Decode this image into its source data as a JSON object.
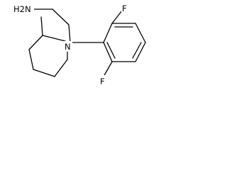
{
  "molecule": {
    "atoms": {
      "amine": "H2N",
      "ring_nitrogen": "N",
      "fluorine_top": "F",
      "fluorine_bottom": "F"
    },
    "colors": {
      "bond": "#000000",
      "label": "#000000",
      "background": "#ffffff"
    }
  }
}
